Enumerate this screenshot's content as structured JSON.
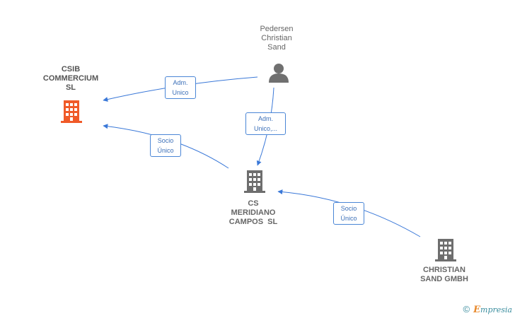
{
  "colors": {
    "edge": "#3a78d8",
    "company": "#6e6e6e",
    "company_main": "#f05a28",
    "person": "#707070"
  },
  "nodes": {
    "pedersen": {
      "label_lines": [
        "Pedersen",
        "Christian",
        "Sand"
      ],
      "icon": "person-icon"
    },
    "csib": {
      "label_lines": [
        "CSIB",
        "COMMERCIUM",
        "SL"
      ],
      "icon": "building-icon"
    },
    "cs_meridiano": {
      "label_lines": [
        "CS",
        "MERIDIANO",
        "CAMPOS  SL"
      ],
      "icon": "building-icon"
    },
    "christian_sand": {
      "label_lines": [
        "CHRISTIAN",
        "SAND GMBH"
      ],
      "icon": "building-icon"
    }
  },
  "edges": {
    "e1": {
      "label_lines": [
        "Adm.",
        "Unico"
      ]
    },
    "e2": {
      "label_lines": [
        "Socio",
        "Único"
      ]
    },
    "e3": {
      "label_lines": [
        "Adm.",
        "Unico,..."
      ]
    },
    "e4": {
      "label_lines": [
        "Socio",
        "Único"
      ]
    }
  },
  "footer": {
    "copyright": "©",
    "brand_first": "E",
    "brand_rest": "mpresia"
  }
}
